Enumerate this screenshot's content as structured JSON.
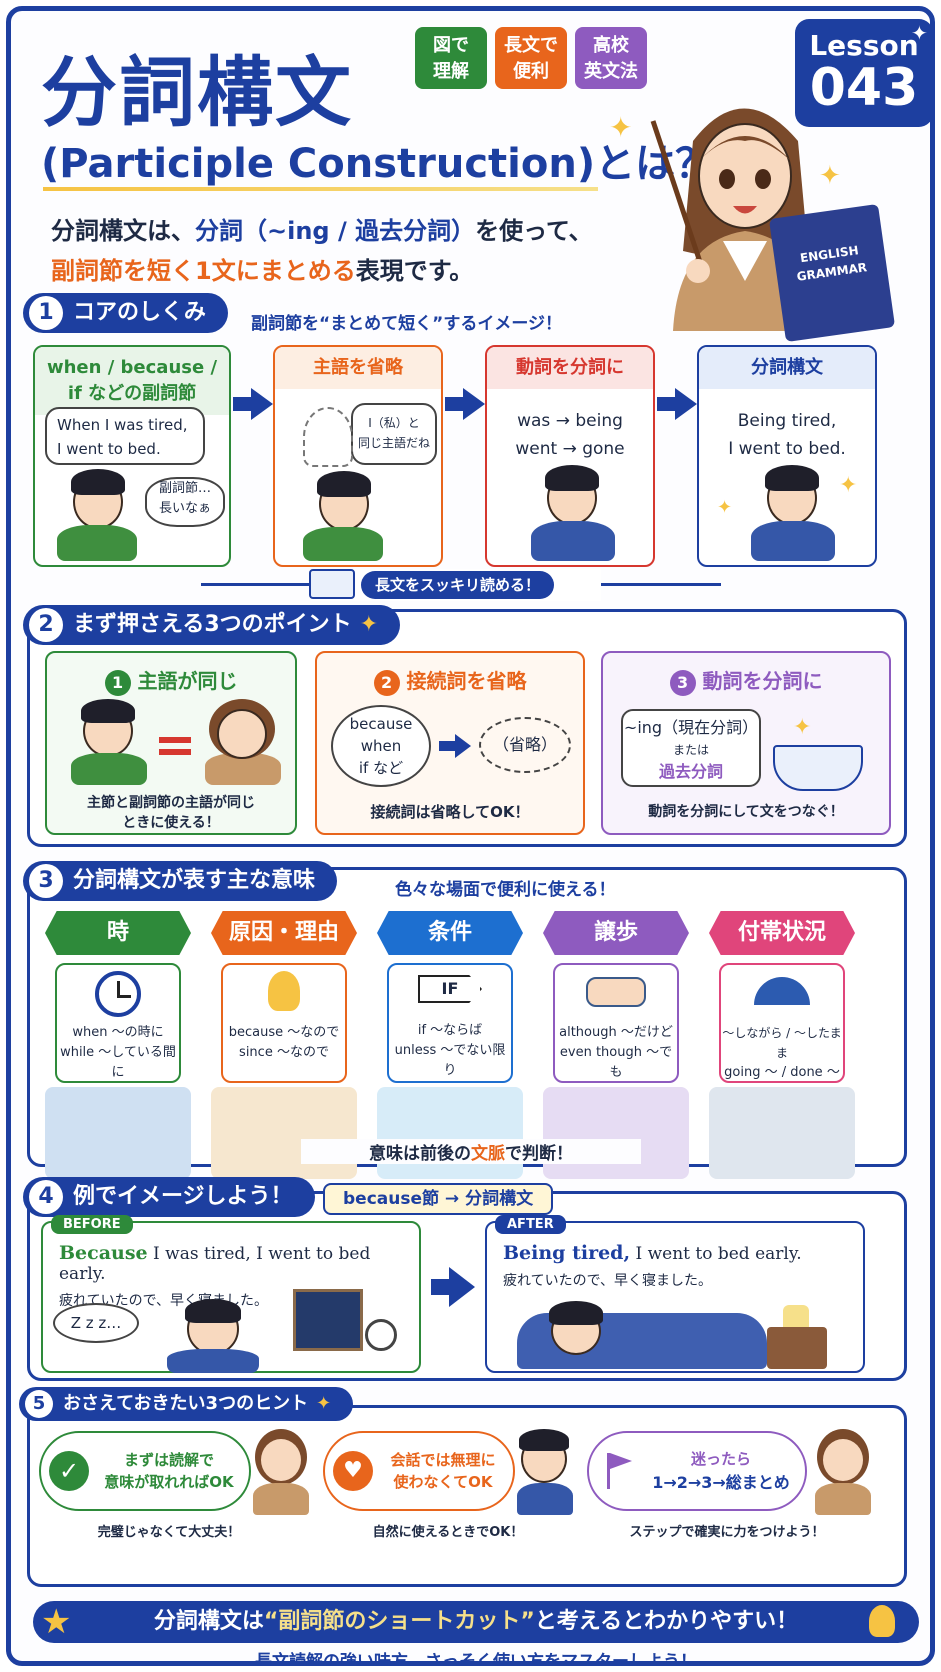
{
  "header": {
    "title": "分詞構文",
    "subtitle": "(Participle Construction)とは？",
    "tags": [
      {
        "label": "図で\n理解",
        "color": "#2e8a3a"
      },
      {
        "label": "長文で\n便利",
        "color": "#e8651c"
      },
      {
        "label": "高校\n英文法",
        "color": "#8e5bbf"
      }
    ],
    "lesson_label": "Lesson",
    "lesson_number": "043",
    "intro_line1_a": "分詞構文は、",
    "intro_line1_b": "分詞（~ing / 過去分詞）",
    "intro_line1_c": "を使って、",
    "intro_line2_a": "副詞節を短く1文にまとめる",
    "intro_line2_b": "表現です。",
    "book_title": "ENGLISH\nGRAMMAR"
  },
  "section1": {
    "num": "1",
    "title": "コアのしくみ",
    "note": "副詞節を“まとめて短く”するイメージ！",
    "steps": [
      {
        "title": "when / because /\nif などの副詞節",
        "color": "#2e8a3a",
        "bubble": "When I was tired,\nI went to bed.",
        "thought": "副詞節…\n長いなぁ"
      },
      {
        "title": "主語を省略",
        "color": "#e8651c",
        "bubble": "I（私）と\n同じ主語だね"
      },
      {
        "title": "動詞を分詞に",
        "color": "#d6372f",
        "line1": "was → being",
        "line2": "went → gone"
      },
      {
        "title": "分詞構文",
        "color": "#1d3fa0",
        "line1": "Being tired,",
        "line2": "I went to bed."
      }
    ],
    "footer": "長文をスッキリ読める！"
  },
  "section2": {
    "num": "2",
    "title": "まず押さえる3つのポイント",
    "points": [
      {
        "num": "1",
        "title": "主語が同じ",
        "color": "#2e8a3a",
        "caption": "主節と副詞節の主語が同じ\nときに使える！"
      },
      {
        "num": "2",
        "title": "接続詞を省略",
        "color": "#e8651c",
        "bubble": "because\nwhen\nif など",
        "omitted": "（省略）",
        "caption": "接続詞は省略してOK！"
      },
      {
        "num": "3",
        "title": "動詞を分詞に",
        "color": "#8e5bbf",
        "box_line1": "~ing（現在分詞）",
        "box_line2": "または",
        "box_line3": "過去分詞",
        "caption": "動詞を分詞にして文をつなぐ！"
      }
    ]
  },
  "section3": {
    "num": "3",
    "title": "分詞構文が表す主な意味",
    "note": "色々な場面で便利に使える！",
    "meanings": [
      {
        "label": "時",
        "color": "#2e8a3a",
        "icon": "clock-icon",
        "line1": "when ～の時に",
        "line2": "while ～している間に",
        "scene": "#cfe0f2"
      },
      {
        "label": "原因・理由",
        "color": "#e8651c",
        "icon": "lightbulb-icon",
        "line1": "because ～なので",
        "line2": "since ～なので",
        "scene": "#f6e7cf"
      },
      {
        "label": "条件",
        "color": "#1d6fd0",
        "icon": "sign-icon",
        "sign": "IF",
        "line1": "if ～ならば",
        "line2": "unless ～でない限り",
        "scene": "#d7ecf8"
      },
      {
        "label": "譲歩",
        "color": "#8e5bbf",
        "icon": "handshake-icon",
        "line1": "although ～だけど",
        "line2": "even though ～でも",
        "scene": "#e6dcf3"
      },
      {
        "label": "付帯状況",
        "color": "#e0457b",
        "icon": "umbrella-icon",
        "line1": "～しながら / ～したまま",
        "line2": "going ～ /  done ～",
        "scene": "#dfe6ee"
      }
    ],
    "footer_a": "意味は前後の",
    "footer_b": "文脈",
    "footer_c": "で判断！"
  },
  "section4": {
    "num": "4",
    "title": "例でイメージしよう！",
    "pill": "because節  →  分詞構文",
    "before_badge": "BEFORE",
    "before_em": "Because",
    "before_rest": " I was tired, I went to bed early.",
    "before_ja": "疲れていたので、早く寝ました。",
    "zzz": "Z z z…",
    "after_badge": "AFTER",
    "after_em": "Being tired,",
    "after_rest": " I went to bed early.",
    "after_ja": "疲れていたので、早く寝ました。"
  },
  "section5": {
    "num": "5",
    "title": "おさえておきたい3つのヒント",
    "hints": [
      {
        "line1": "まずは読解で",
        "line2": "意味が取れればOK",
        "caption": "完璧じゃなくて大丈夫！",
        "color": "#2e8a3a",
        "icon": "check-icon"
      },
      {
        "line1": "会話では無理に",
        "line2": "使わなくてOK",
        "caption": "自然に使えるときでOK！",
        "color": "#e8651c",
        "icon": "heart-icon"
      },
      {
        "line1": "迷ったら",
        "line2": "1→2→3→総まとめ",
        "caption": "ステップで確実に力をつけよう！",
        "color": "#8e5bbf",
        "icon": "flag-icon"
      }
    ]
  },
  "footer": {
    "main_a": "分詞構文は",
    "main_b": "“副詞節のショートカット”",
    "main_c": "と考えるとわかりやすい！",
    "sub": "長文読解の強い味方。さっそく使い方をマスターしよう！"
  }
}
